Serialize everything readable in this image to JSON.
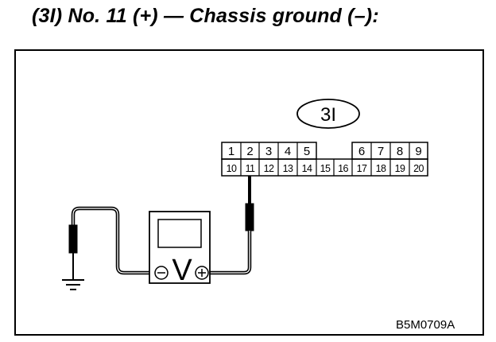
{
  "heading": "(3I) No. 11 (+) — Chassis ground (–):",
  "connector": {
    "label": "3I",
    "top_pins": [
      "1",
      "2",
      "3",
      "4",
      "5",
      "6",
      "7",
      "8",
      "9"
    ],
    "bottom_pins": [
      "10",
      "11",
      "12",
      "13",
      "14",
      "15",
      "16",
      "17",
      "18",
      "19",
      "20"
    ]
  },
  "voltmeter": {
    "symbol": "V",
    "negative_terminal": "⊖",
    "positive_terminal": "⊕"
  },
  "icons": [
    "ground-symbol-icon",
    "probe-icon"
  ],
  "figure_code": "B5M0709A"
}
